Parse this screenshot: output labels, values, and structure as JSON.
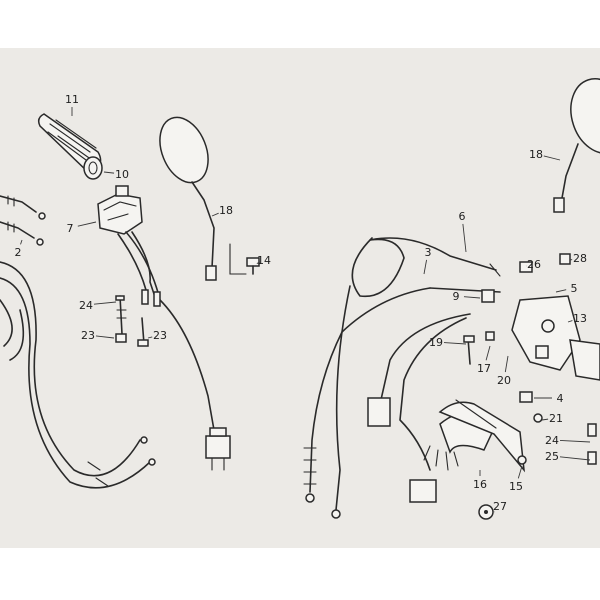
{
  "diagram": {
    "callouts": [
      {
        "id": "c11",
        "text": "11"
      },
      {
        "id": "c10",
        "text": "10"
      },
      {
        "id": "c7",
        "text": "7"
      },
      {
        "id": "c2",
        "text": "2"
      },
      {
        "id": "c18a",
        "text": "18"
      },
      {
        "id": "c14",
        "text": "14"
      },
      {
        "id": "c24a",
        "text": "24"
      },
      {
        "id": "c23a",
        "text": "23"
      },
      {
        "id": "c23b",
        "text": "23"
      },
      {
        "id": "c18b",
        "text": "18"
      },
      {
        "id": "c6",
        "text": "6"
      },
      {
        "id": "c3",
        "text": "3"
      },
      {
        "id": "c26",
        "text": "26"
      },
      {
        "id": "c28",
        "text": "28"
      },
      {
        "id": "c5",
        "text": "5"
      },
      {
        "id": "c9",
        "text": "9"
      },
      {
        "id": "c13",
        "text": "13"
      },
      {
        "id": "c19",
        "text": "19"
      },
      {
        "id": "c17",
        "text": "17"
      },
      {
        "id": "c20",
        "text": "20"
      },
      {
        "id": "c4",
        "text": "4"
      },
      {
        "id": "c21",
        "text": "21"
      },
      {
        "id": "c24b",
        "text": "24"
      },
      {
        "id": "c25",
        "text": "25"
      },
      {
        "id": "c16",
        "text": "16"
      },
      {
        "id": "c15",
        "text": "15"
      },
      {
        "id": "c27",
        "text": "27"
      }
    ]
  }
}
